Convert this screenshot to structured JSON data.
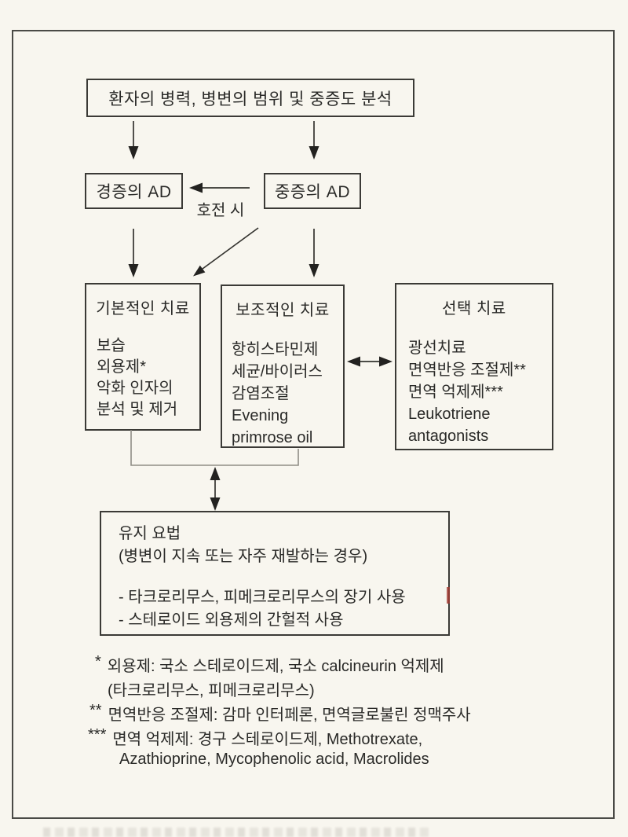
{
  "palette": {
    "paper": "#f8f6ef",
    "ink": "#2a2a28",
    "box_border": "#3b3a36",
    "arrow": "#232220",
    "connector_line": "#8f8d86",
    "red_pen_mark": "#a23a31"
  },
  "flowchart": {
    "analysis": {
      "label": "환자의 병력, 병변의 범위 및 중증도 분석"
    },
    "mild_ad": {
      "label": "경증의 AD"
    },
    "severe_ad": {
      "label": "중증의 AD"
    },
    "improvement_arrow_label": "호전 시",
    "basic_treatment": {
      "title": "기본적인 치료",
      "lines": [
        "보습",
        "외용제*",
        "악화 인자의",
        "분석 및 제거"
      ]
    },
    "adjunctive_treatment": {
      "title": "보조적인 치료",
      "lines": [
        "항히스타민제",
        "세균/바이러스",
        "감염조절",
        "Evening",
        "primrose oil"
      ]
    },
    "selective_treatment": {
      "title": "선택 치료",
      "lines": [
        "광선치료",
        "면역반응 조절제**",
        "면역 억제제***",
        "Leukotriene",
        "antagonists"
      ]
    },
    "maintenance": {
      "title": "유지 요법",
      "condition": "(병변이 지속 또는 자주 재발하는 경우)",
      "items": [
        "- 타크로리무스, 피메크로리무스의 장기 사용",
        "- 스테로이드 외용제의 간헐적 사용"
      ]
    }
  },
  "footnotes": {
    "f1": {
      "marker": "*",
      "line1": "외용제: 국소 스테로이드제, 국소 calcineurin 억제제",
      "line2": "(타크로리무스, 피메크로리무스)"
    },
    "f2": {
      "marker": "**",
      "line1": "면역반응 조절제: 감마 인터페론, 면역글로불린 정맥주사"
    },
    "f3": {
      "marker": "***",
      "line1": "면역 억제제: 경구 스테로이드제, Methotrexate,",
      "line2": "Azathioprine, Mycophenolic acid, Macrolides"
    }
  }
}
